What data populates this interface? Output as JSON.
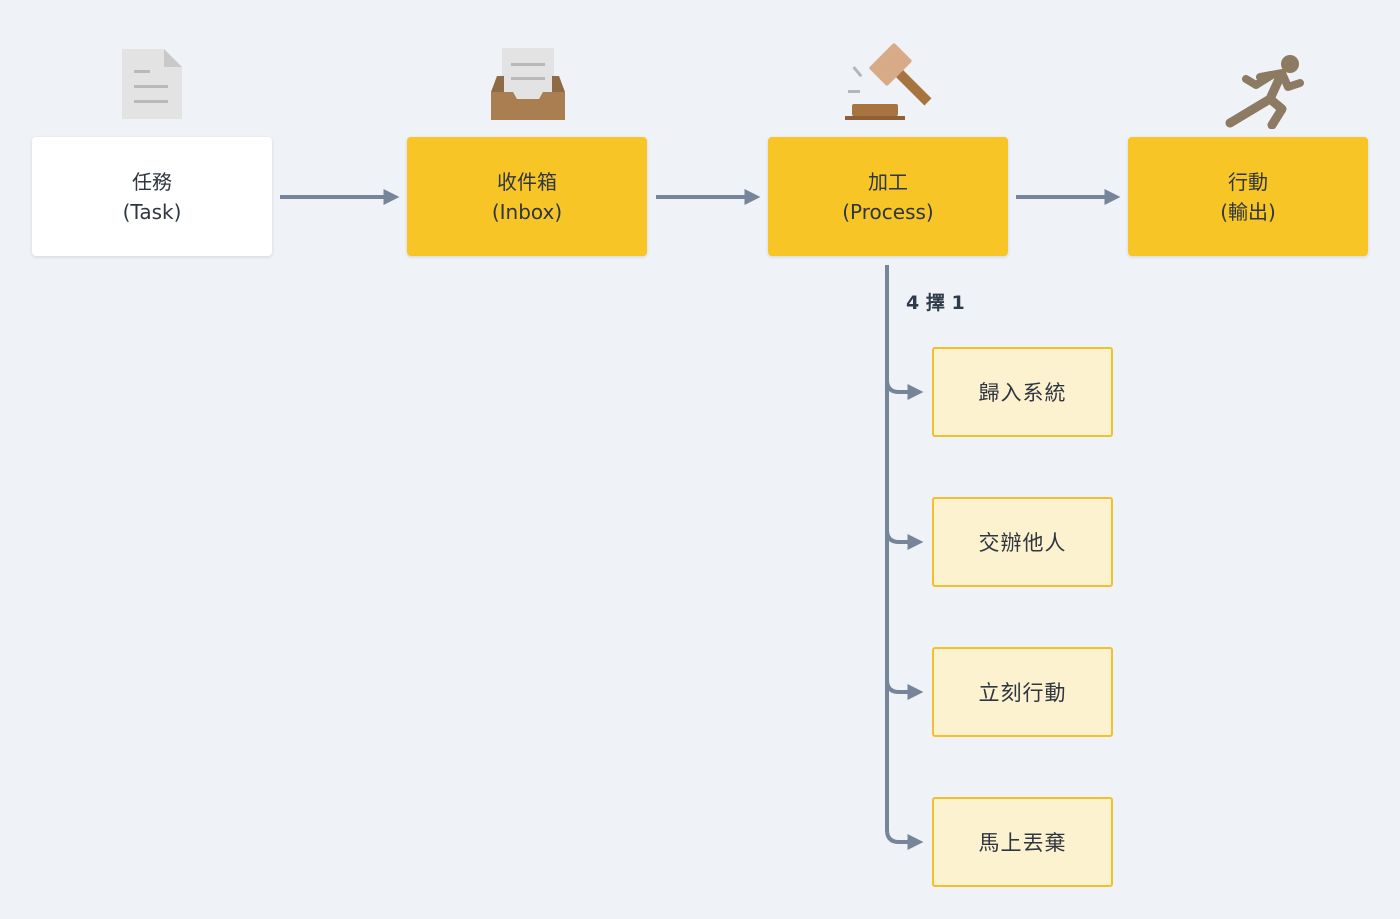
{
  "flow": {
    "nodes": [
      {
        "id": "task",
        "title": "任務",
        "subtitle": "(Task)",
        "icon": "document-icon"
      },
      {
        "id": "inbox",
        "title": "收件箱",
        "subtitle": "(Inbox)",
        "icon": "inbox-tray-icon"
      },
      {
        "id": "process",
        "title": "加工",
        "subtitle": "(Process)",
        "icon": "gavel-icon"
      },
      {
        "id": "action",
        "title": "行動",
        "subtitle": "(輸出)",
        "icon": "running-person-icon"
      }
    ],
    "branch_label": "4 擇 1",
    "options": [
      "歸入系統",
      "交辦他人",
      "立刻行動",
      "馬上丟棄"
    ]
  },
  "colors": {
    "background": "#eff2f6",
    "node_yellow": "#f7c526",
    "node_white": "#ffffff",
    "option_fill": "#fdf2cf",
    "option_border": "#f2c02c",
    "connector": "#76859a"
  }
}
